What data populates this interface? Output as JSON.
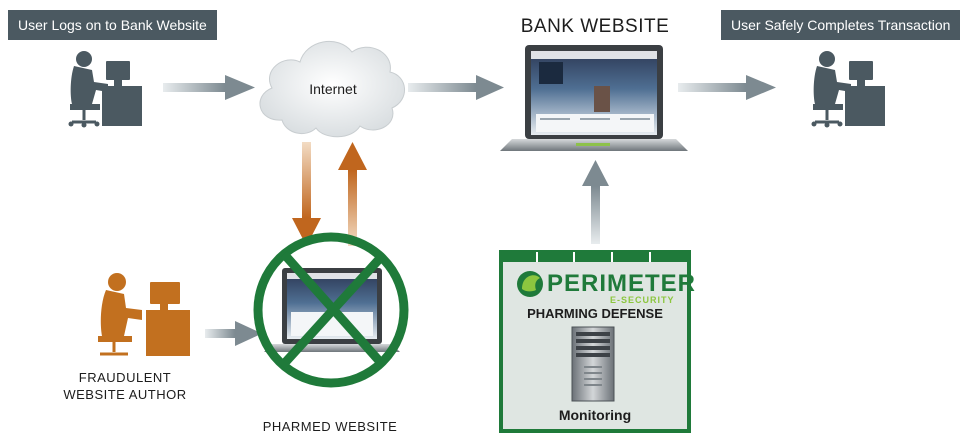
{
  "labels": {
    "user_logs_on": "User Logs on to Bank Website",
    "bank_website": "BANK WEBSITE",
    "user_safely_completes": "User Safely Completes Transaction",
    "internet": "Internet",
    "fraudulent_author": "FRAUDULENT WEBSITE AUTHOR",
    "pharmed_website": "PHARMED WEBSITE",
    "brand_name": "PERIMETER",
    "brand_sub": "E-SECURITY",
    "pharming_defense": "PHARMING DEFENSE",
    "monitoring": "Monitoring"
  },
  "colors": {
    "tag_bg": "#4b5961",
    "user_silhouette": "#4b5961",
    "fraud_silhouette": "#c2701f",
    "orange_arrow": "#c0661e",
    "gray_arrow": "#8a959b",
    "green": "#1f7a3a",
    "lime": "#8cc63f",
    "panel_bg": "#dfe6e2"
  },
  "icons": [
    "user-at-computer-icon",
    "cloud-icon",
    "laptop-icon",
    "server-icon",
    "prohibited-icon",
    "perimeter-logo-icon"
  ]
}
